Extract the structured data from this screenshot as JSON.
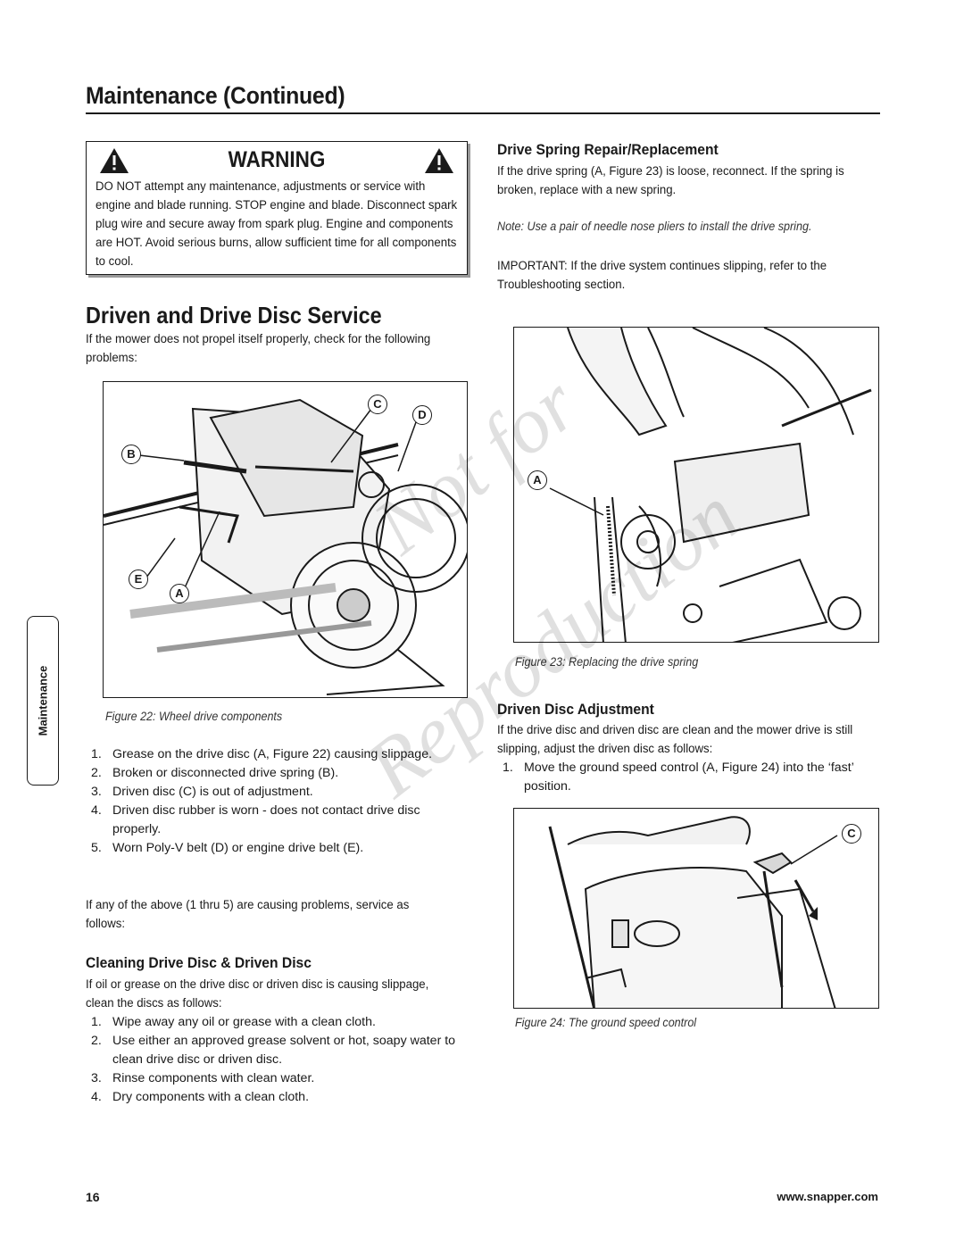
{
  "header": {
    "title": "Maintenance (Continued)"
  },
  "warning": {
    "title": "WARNING",
    "body": "DO NOT attempt any maintenance, adjustments or service with engine and blade running. STOP engine and blade. Disconnect spark plug wire and secure away from spark plug. Engine and components are HOT. Avoid serious burns, allow sufficient time for all components to cool."
  },
  "driven_service": {
    "title": "Driven and Drive Disc Service",
    "intro": "If the mower does not propel itself properly, check for the following problems:",
    "figure22": {
      "caption": "Figure 22: Wheel drive components",
      "callouts": [
        "C",
        "D",
        "B",
        "E",
        "A"
      ]
    },
    "problems": [
      {
        "num": "1.",
        "text": "Grease on the drive disc (A, Figure 22) causing slippage."
      },
      {
        "num": "2.",
        "text": "Broken or disconnected drive spring (B)."
      },
      {
        "num": "3.",
        "text": "Driven disc (C) is out of adjustment."
      },
      {
        "num": "4.",
        "text": "Driven disc rubber is worn - does not contact drive disc properly."
      },
      {
        "num": "5.",
        "text": "Worn Poly-V belt (D) or engine drive belt (E)."
      }
    ],
    "followup": "If any of the above (1 thru 5) are causing problems, service as follows:"
  },
  "cleaning": {
    "title": "Cleaning Drive Disc & Driven Disc",
    "intro": "If oil or grease on the drive disc or driven disc is causing slippage, clean the discs as follows:",
    "steps": [
      {
        "num": "1.",
        "text": "Wipe away any oil or grease with a clean cloth."
      },
      {
        "num": "2.",
        "text": "Use either an approved grease solvent or hot, soapy water to clean drive disc or driven disc."
      },
      {
        "num": "3.",
        "text": "Rinse components with clean water."
      },
      {
        "num": "4.",
        "text": "Dry components with a clean cloth."
      }
    ]
  },
  "drive_spring": {
    "title": "Drive Spring Repair/Replacement",
    "body": "If the drive spring (A, Figure 23) is loose, reconnect. If the spring is broken, replace with a new spring.",
    "note": "Note: Use a pair of needle nose pliers to install the drive spring.",
    "important": "IMPORTANT: If the drive system continues slipping, refer to the Troubleshooting section.",
    "figure23": {
      "caption": "Figure 23: Replacing the drive spring",
      "callouts": [
        "A"
      ]
    }
  },
  "driven_adjust": {
    "title": "Driven Disc Adjustment",
    "body": "If the drive disc and driven disc are clean and the mower drive is still slipping, adjust the driven disc as follows:",
    "steps": [
      {
        "num": "1.",
        "text": "Move the ground speed control (A, Figure 24) into the ‘fast’ position."
      }
    ],
    "figure24": {
      "caption": "Figure 24: The ground speed control",
      "callouts": [
        "C"
      ]
    }
  },
  "side_tab": "Maintenance",
  "watermark": {
    "line1": "Not for",
    "line2": "Reproduction"
  },
  "footer": {
    "page": "16",
    "url": "www.snapper.com"
  }
}
